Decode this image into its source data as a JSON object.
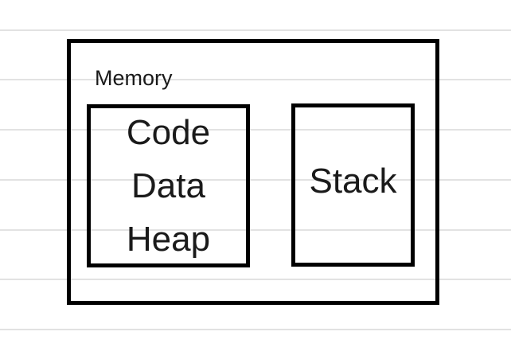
{
  "diagram": {
    "container_label": "Memory",
    "segments_left": [
      "Code",
      "Data",
      "Heap"
    ],
    "segment_right": "Stack"
  },
  "colors": {
    "background": "#ffffff",
    "box_border": "#000000",
    "ruled_line": "#d9d9d9",
    "text": "#1a1a1a"
  }
}
